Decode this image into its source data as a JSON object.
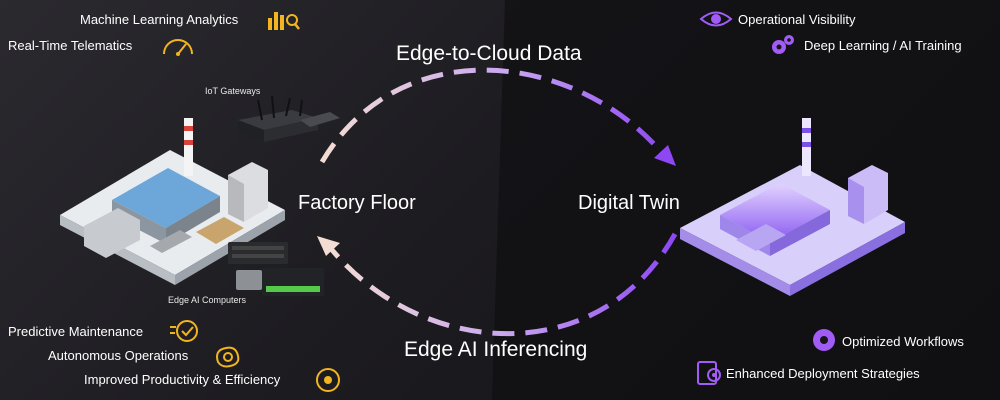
{
  "arrows": {
    "top_label": "Edge-to-Cloud Data",
    "bottom_label": "Edge AI Inferencing"
  },
  "nodes": {
    "left": "Factory Floor",
    "right": "Digital Twin"
  },
  "devices": {
    "gateways": "IoT Gateways",
    "computers": "Edge AI Computers"
  },
  "features": {
    "top_left": [
      {
        "label": "Machine Learning Analytics",
        "icon": "analytics-chart-icon"
      },
      {
        "label": "Real-Time Telematics",
        "icon": "speedometer-icon"
      }
    ],
    "top_right": [
      {
        "label": "Operational Visibility",
        "icon": "eye-icon"
      },
      {
        "label": "Deep Learning / AI Training",
        "icon": "gears-icon"
      }
    ],
    "bottom_left": [
      {
        "label": "Predictive Maintenance",
        "icon": "fast-check-icon"
      },
      {
        "label": "Autonomous Operations",
        "icon": "brain-gear-icon"
      },
      {
        "label": "Improved Productivity & Efficiency",
        "icon": "gear-refresh-icon"
      }
    ],
    "bottom_right": [
      {
        "label": "Optimized Workflows",
        "icon": "workflow-gear-icon"
      },
      {
        "label": "Enhanced Deployment Strategies",
        "icon": "clipboard-target-icon"
      }
    ]
  },
  "colors": {
    "gold": "#f2b51f",
    "purple": "#a05cf5",
    "arrow_light": "#f2d9d0",
    "arrow_purple": "#8e4bf2"
  }
}
